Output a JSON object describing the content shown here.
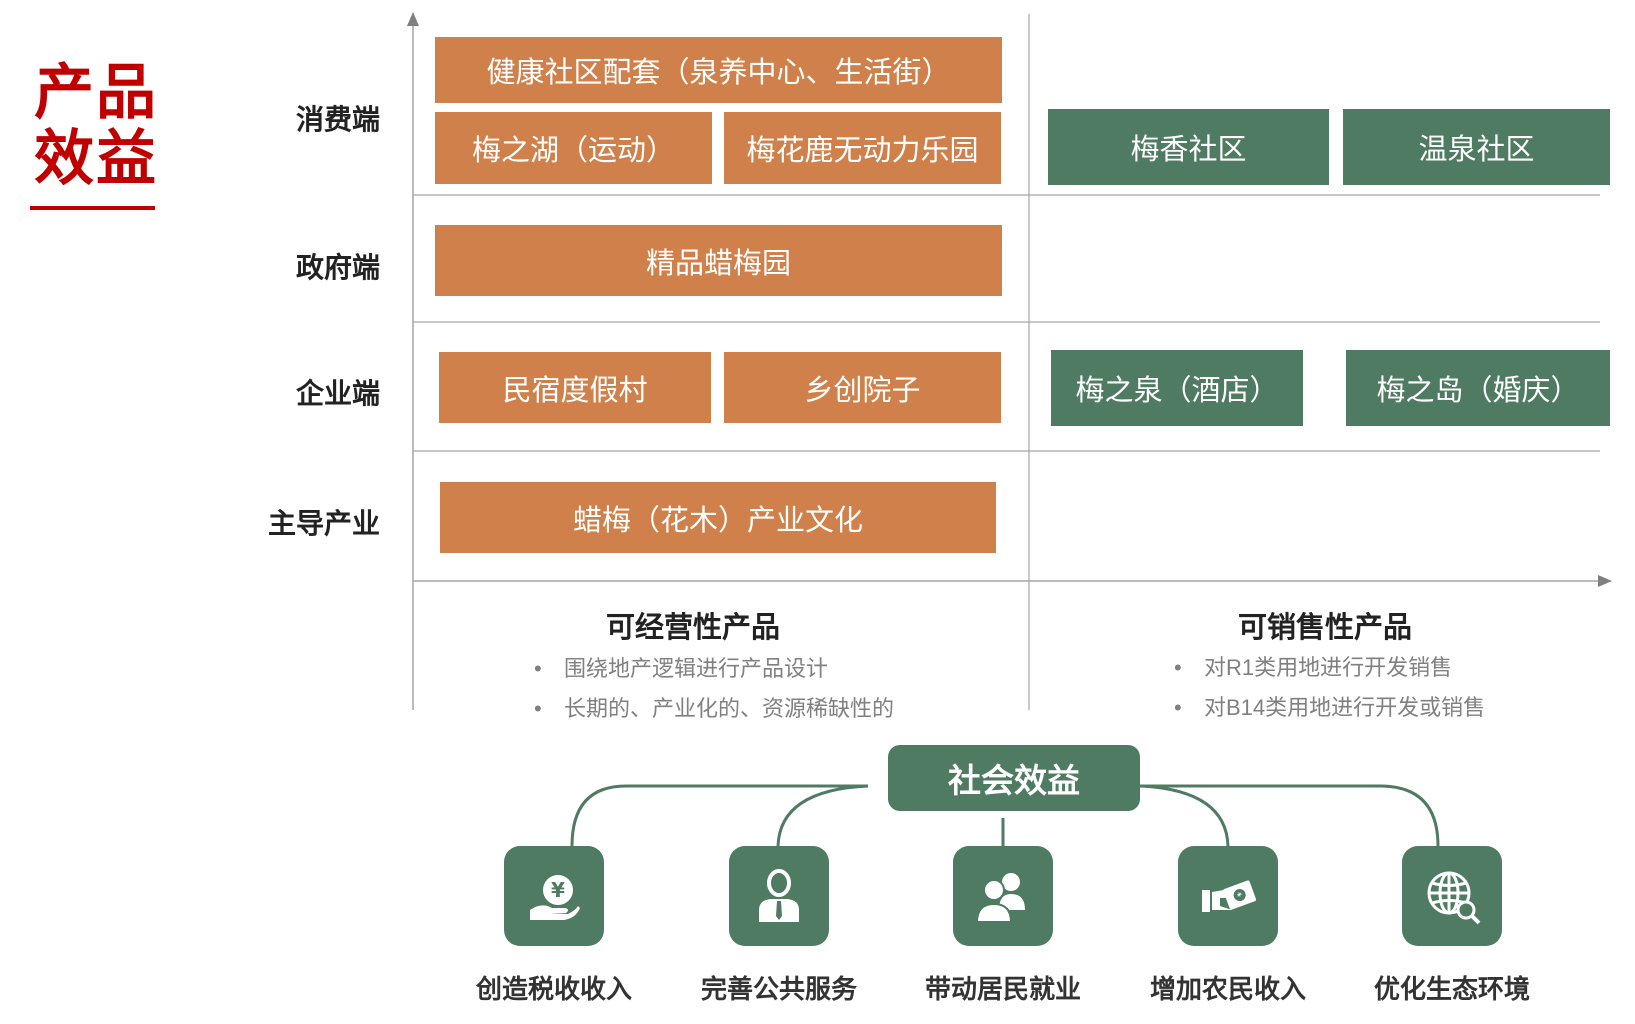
{
  "title": {
    "line1": "产品",
    "line2": "效益"
  },
  "rows": {
    "consumer": "消费端",
    "government": "政府端",
    "enterprise": "企业端",
    "industry": "主导产业"
  },
  "operable": {
    "health": "健康社区配套（泉养中心、生活街）",
    "lake": "梅之湖（运动）",
    "park": "梅花鹿无动力乐园",
    "garden": "精品蜡梅园",
    "homestay": "民宿度假村",
    "courtyard": "乡创院子",
    "culture": "蜡梅（花木）产业文化"
  },
  "saleable": {
    "meixiang": "梅香社区",
    "hotspring": "温泉社区",
    "hotel": "梅之泉（酒店）",
    "island": "梅之岛（婚庆）"
  },
  "columns": {
    "operable": {
      "title": "可经营性产品",
      "bullets": [
        "围绕地产逻辑进行产品设计",
        "长期的、产业化的、资源稀缺性的"
      ]
    },
    "saleable": {
      "title": "可销售性产品",
      "bullets": [
        "对R1类用地进行开发销售",
        "对B14类用地进行开发或销售"
      ]
    }
  },
  "social": {
    "hub": "社会效益",
    "items": [
      {
        "label": "创造税收收入",
        "icon": "yen-hand-icon"
      },
      {
        "label": "完善公共服务",
        "icon": "person-tie-icon"
      },
      {
        "label": "带动居民就业",
        "icon": "people-icon"
      },
      {
        "label": "增加农民收入",
        "icon": "hand-money-icon"
      },
      {
        "label": "优化生态环境",
        "icon": "globe-search-icon"
      }
    ]
  },
  "colors": {
    "accent_red": "#c00000",
    "orange": "#d0804a",
    "green": "#4f7b62",
    "grid": "#a6a6a6"
  }
}
